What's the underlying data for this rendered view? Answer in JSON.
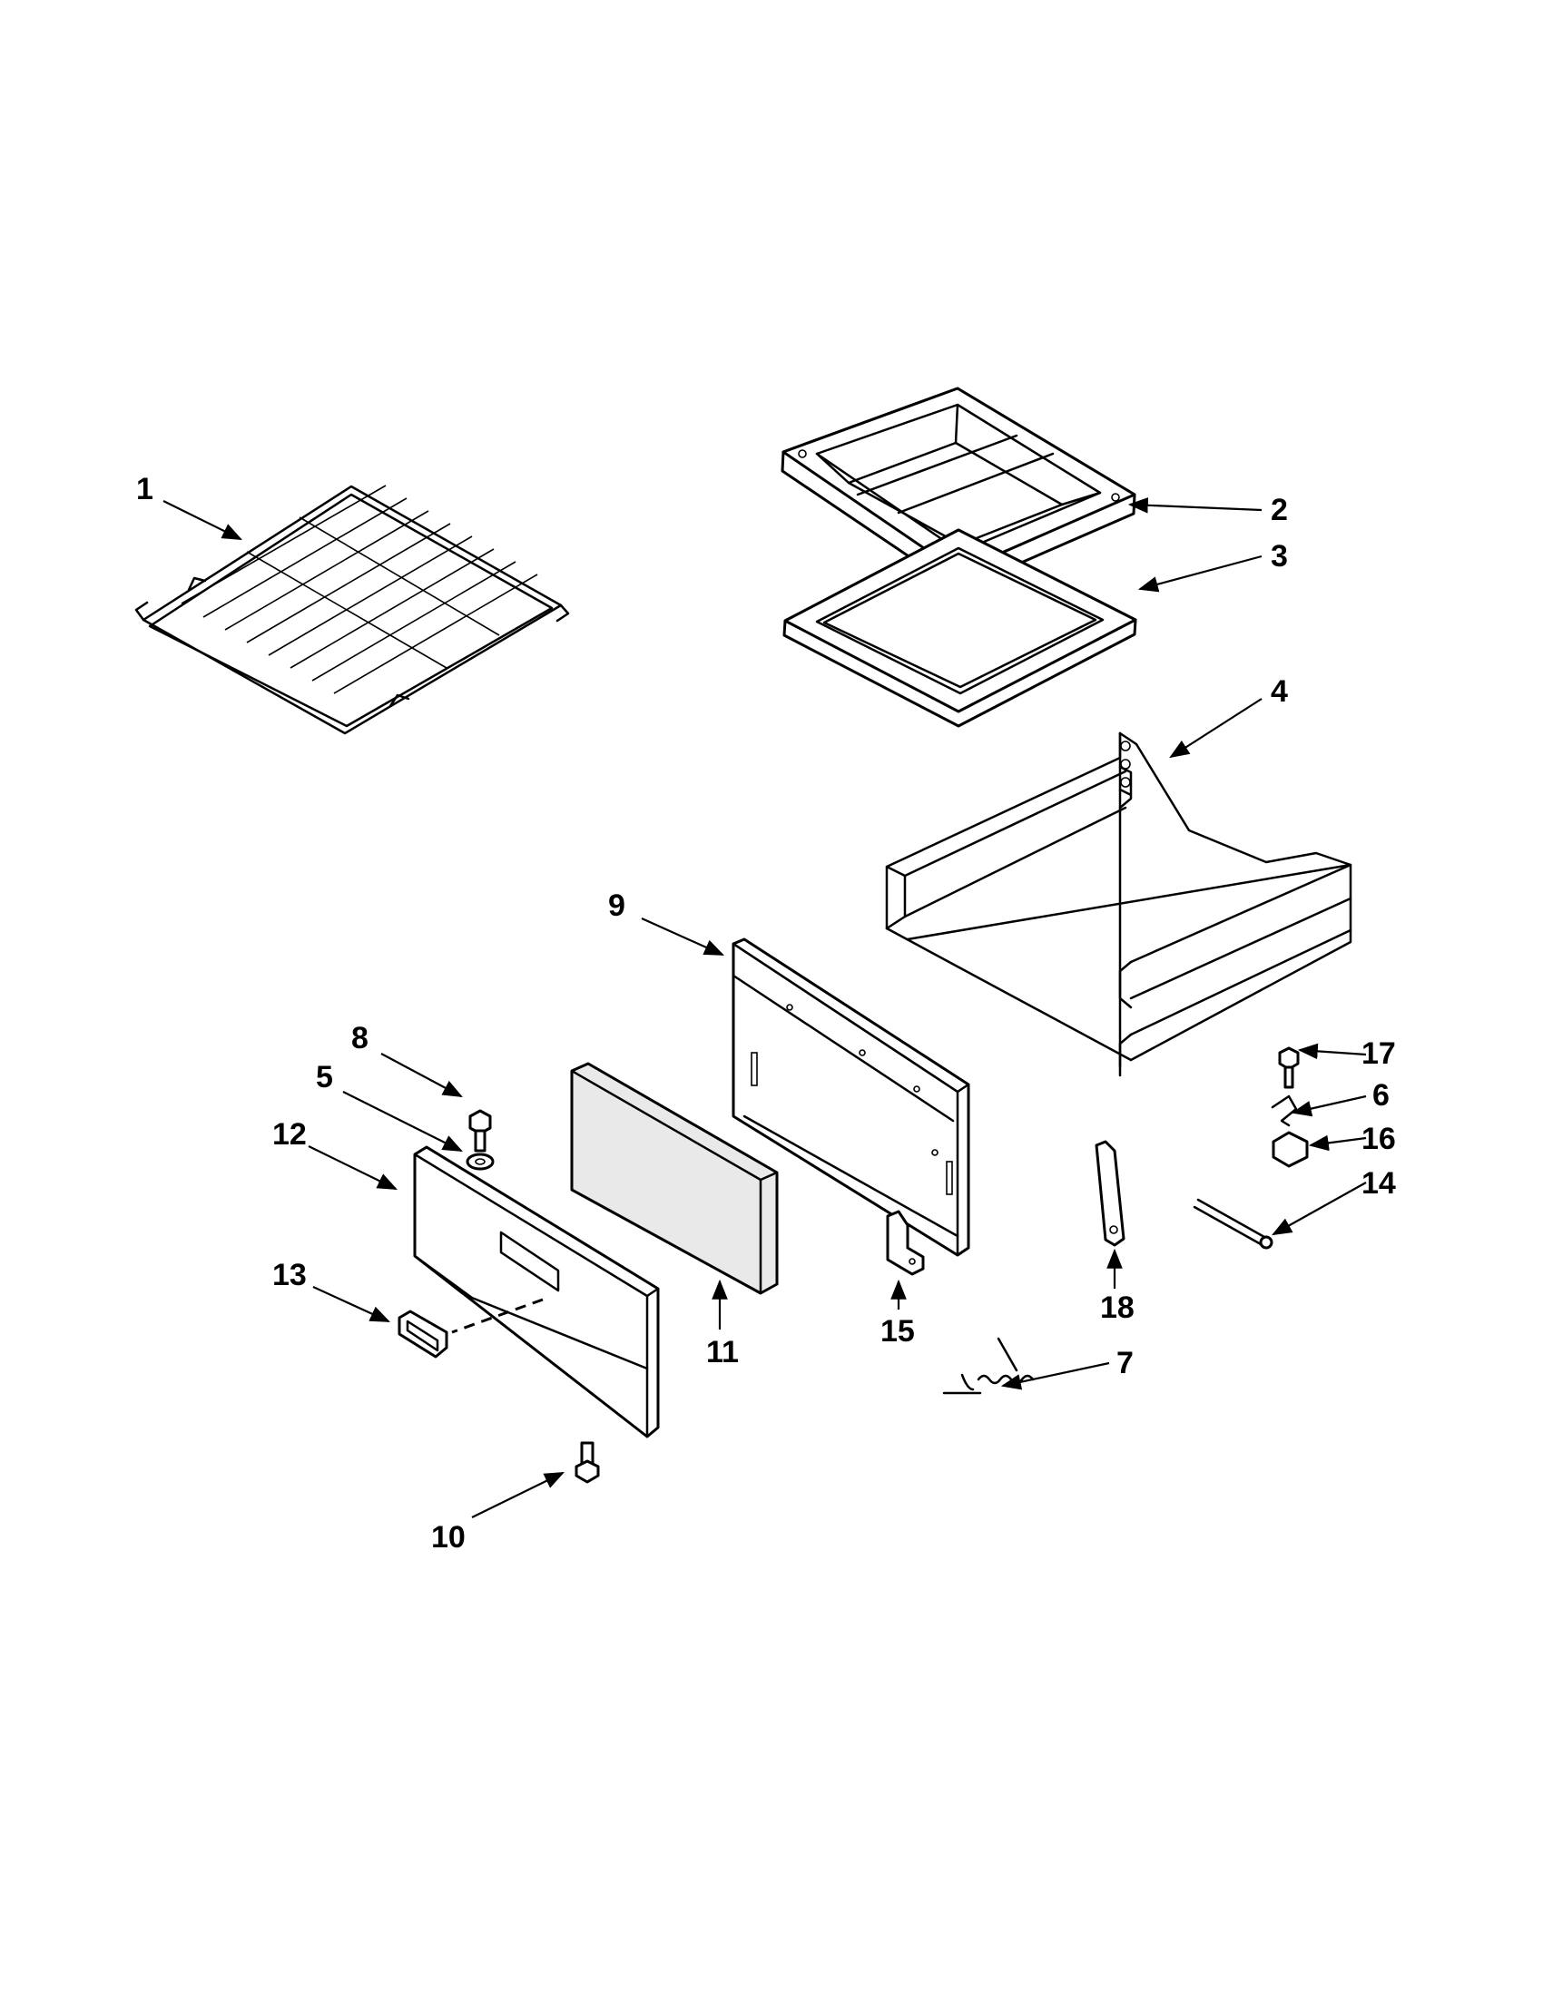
{
  "callouts": [
    {
      "id": "1",
      "label": "1"
    },
    {
      "id": "2",
      "label": "2"
    },
    {
      "id": "3",
      "label": "3"
    },
    {
      "id": "4",
      "label": "4"
    },
    {
      "id": "5",
      "label": "5"
    },
    {
      "id": "6",
      "label": "6"
    },
    {
      "id": "7",
      "label": "7"
    },
    {
      "id": "8",
      "label": "8"
    },
    {
      "id": "9",
      "label": "9"
    },
    {
      "id": "10",
      "label": "10"
    },
    {
      "id": "11",
      "label": "11"
    },
    {
      "id": "12",
      "label": "12"
    },
    {
      "id": "13",
      "label": "13"
    },
    {
      "id": "14",
      "label": "14"
    },
    {
      "id": "15",
      "label": "15"
    },
    {
      "id": "16",
      "label": "16"
    },
    {
      "id": "17",
      "label": "17"
    },
    {
      "id": "18",
      "label": "18"
    }
  ],
  "colors": {
    "line": "#000000",
    "background": "#ffffff",
    "insulation": "#e9e9e9"
  }
}
